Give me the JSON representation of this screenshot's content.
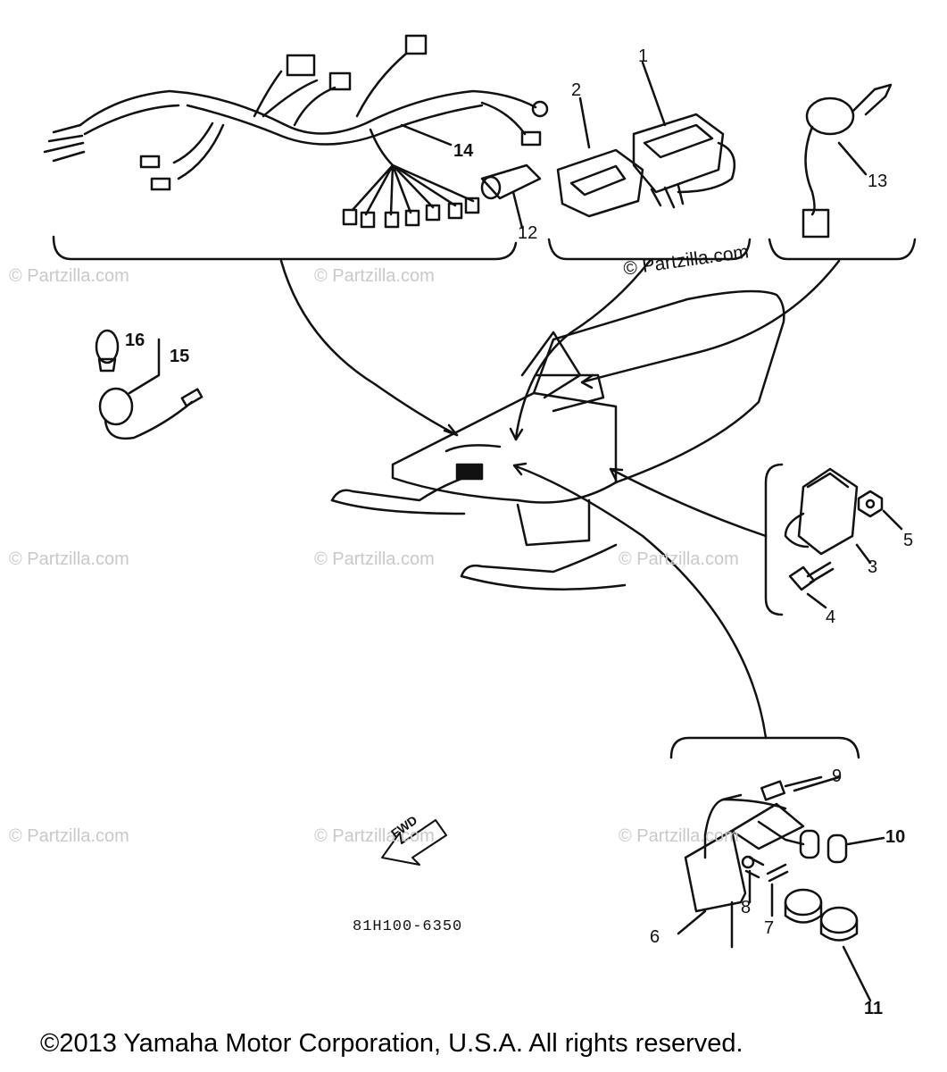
{
  "watermark": "© Partzilla.com",
  "partzilla_label": "© Partzilla.com",
  "callouts": {
    "c1": "1",
    "c2": "2",
    "c3": "3",
    "c4": "4",
    "c5": "5",
    "c6": "6",
    "c7": "7",
    "c8": "8",
    "c9": "9",
    "c10": "10",
    "c11": "11",
    "c12": "12",
    "c13": "13",
    "c14": "14",
    "c15": "15",
    "c16": "16"
  },
  "fwd_label": "FWD",
  "part_code": "81H100-6350",
  "copyright": "©2013  Yamaha Motor Corporation, U.S.A. All rights reserved."
}
